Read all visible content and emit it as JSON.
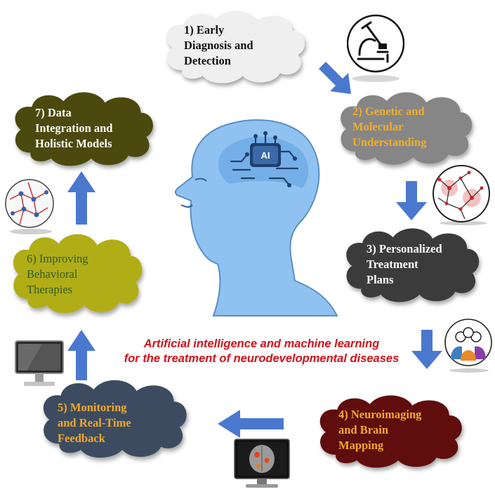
{
  "center": {
    "chip_label": "AI"
  },
  "caption": {
    "line1": "Artificial intelligence and machine learning",
    "line2": "for the treatment of neurodevelopmental diseases"
  },
  "steps": [
    {
      "lines": [
        "1) Early",
        "Diagnosis and",
        "Detection"
      ],
      "fill": "#efefef",
      "text_color": "#111111"
    },
    {
      "lines": [
        "2) Genetic and",
        "Molecular",
        "Understanding"
      ],
      "fill": "#868686",
      "text_color": "#f2ad2a"
    },
    {
      "lines": [
        "3)  Personalized",
        "Treatment",
        "Plans"
      ],
      "fill": "#3a3a3a",
      "text_color": "#ffffff"
    },
    {
      "lines": [
        "4)  Neuroimaging",
        "and Brain",
        "Mapping"
      ],
      "fill": "#5e0a0a",
      "text_color": "#f2a828"
    },
    {
      "lines": [
        "5)  Monitoring",
        "and Real-Time",
        "Feedback"
      ],
      "fill": "#3e4c61",
      "text_color": "#f2a828"
    },
    {
      "lines": [
        "6)  Improving",
        "Behavioral",
        "Therapies"
      ],
      "fill": "#b1ad15",
      "text_color": "#2f5d22"
    },
    {
      "lines": [
        "7)  Data",
        "Integration and",
        "Holistic Models"
      ],
      "fill": "#4c4a0f",
      "text_color": "#ffffff"
    }
  ],
  "colors": {
    "arrow": "#4a78cf",
    "head": "#8ec6f2",
    "caption": "#d3111a"
  },
  "icons": [
    "microscope-icon",
    "network-icon",
    "people-icon",
    "brain-scan-monitor-icon",
    "monitor-icon",
    "neuron-network-icon"
  ]
}
